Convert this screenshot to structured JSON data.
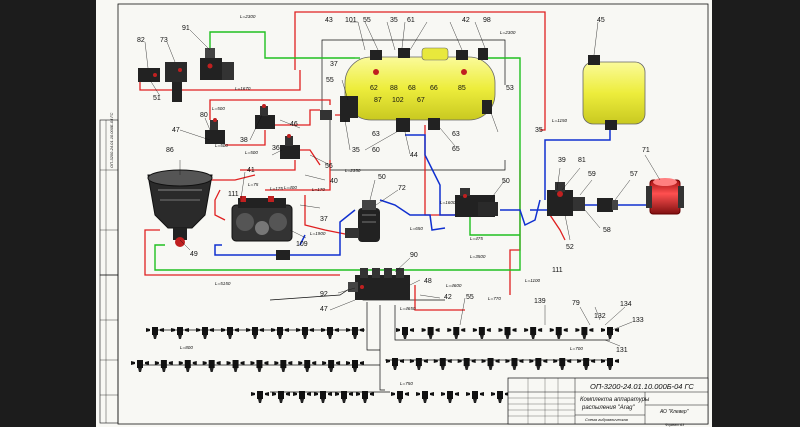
{
  "drawing": {
    "labels": [
      {
        "id": "l101",
        "text": "101"
      },
      {
        "id": "l43",
        "text": "43"
      },
      {
        "id": "l55a",
        "text": "55"
      },
      {
        "id": "l35a",
        "text": "35"
      },
      {
        "id": "l61",
        "text": "61"
      },
      {
        "id": "l42a",
        "text": "42"
      },
      {
        "id": "l98",
        "text": "98"
      },
      {
        "id": "l45",
        "text": "45"
      },
      {
        "id": "l91",
        "text": "91"
      },
      {
        "id": "l82",
        "text": "82"
      },
      {
        "id": "l73",
        "text": "73"
      },
      {
        "id": "l51",
        "text": "51"
      },
      {
        "id": "l37a",
        "text": "37"
      },
      {
        "id": "l55b",
        "text": "55"
      },
      {
        "id": "l62",
        "text": "62"
      },
      {
        "id": "l88",
        "text": "88"
      },
      {
        "id": "l68",
        "text": "68"
      },
      {
        "id": "l66",
        "text": "66"
      },
      {
        "id": "l87",
        "text": "87"
      },
      {
        "id": "l102",
        "text": "102"
      },
      {
        "id": "l67",
        "text": "67"
      },
      {
        "id": "l85",
        "text": "85"
      },
      {
        "id": "l53",
        "text": "53"
      },
      {
        "id": "l80",
        "text": "80"
      },
      {
        "id": "l47a",
        "text": "47"
      },
      {
        "id": "l46",
        "text": "46"
      },
      {
        "id": "l38",
        "text": "38"
      },
      {
        "id": "l36",
        "text": "36"
      },
      {
        "id": "l63a",
        "text": "63"
      },
      {
        "id": "l63b",
        "text": "63"
      },
      {
        "id": "l35b",
        "text": "35"
      },
      {
        "id": "l60",
        "text": "60"
      },
      {
        "id": "l44",
        "text": "44"
      },
      {
        "id": "l65",
        "text": "65"
      },
      {
        "id": "l35c",
        "text": "35"
      },
      {
        "id": "l56",
        "text": "56"
      },
      {
        "id": "l86",
        "text": "86"
      },
      {
        "id": "l41",
        "text": "41"
      },
      {
        "id": "l40",
        "text": "40"
      },
      {
        "id": "l111a",
        "text": "111"
      },
      {
        "id": "l37b",
        "text": "37"
      },
      {
        "id": "l39",
        "text": "39"
      },
      {
        "id": "l81",
        "text": "81"
      },
      {
        "id": "l71",
        "text": "71"
      },
      {
        "id": "l59",
        "text": "59"
      },
      {
        "id": "l57",
        "text": "57"
      },
      {
        "id": "l50a",
        "text": "50"
      },
      {
        "id": "l72",
        "text": "72"
      },
      {
        "id": "l50b",
        "text": "50"
      },
      {
        "id": "l109",
        "text": "109"
      },
      {
        "id": "l49",
        "text": "49"
      },
      {
        "id": "l58",
        "text": "58"
      },
      {
        "id": "l52",
        "text": "52"
      },
      {
        "id": "l111b",
        "text": "111"
      },
      {
        "id": "l90",
        "text": "90"
      },
      {
        "id": "l48",
        "text": "48"
      },
      {
        "id": "l92",
        "text": "92"
      },
      {
        "id": "l47b",
        "text": "47"
      },
      {
        "id": "l42b",
        "text": "42"
      },
      {
        "id": "l55c",
        "text": "55"
      },
      {
        "id": "l139",
        "text": "139"
      },
      {
        "id": "l79",
        "text": "79"
      },
      {
        "id": "l134",
        "text": "134"
      },
      {
        "id": "l132",
        "text": "132"
      },
      {
        "id": "l133",
        "text": "133"
      },
      {
        "id": "l131",
        "text": "131"
      }
    ],
    "lengths": [
      {
        "id": "L2300a",
        "text": "L=2300"
      },
      {
        "id": "L2300b",
        "text": "L=2300"
      },
      {
        "id": "L1670",
        "text": "L=1670"
      },
      {
        "id": "L500a",
        "text": "L=500"
      },
      {
        "id": "L500b",
        "text": "L=500"
      },
      {
        "id": "L500c",
        "text": "L=500"
      },
      {
        "id": "L1150",
        "text": "L=1150"
      },
      {
        "id": "L2350",
        "text": "L=2350"
      },
      {
        "id": "L75",
        "text": "L=75"
      },
      {
        "id": "L400",
        "text": "L=400"
      },
      {
        "id": "L170",
        "text": "L=170"
      },
      {
        "id": "L1600",
        "text": "L=1600"
      },
      {
        "id": "L1900",
        "text": "L=1900"
      },
      {
        "id": "L475",
        "text": "L=475"
      },
      {
        "id": "L650",
        "text": "L=650"
      },
      {
        "id": "L3500",
        "text": "L=3500"
      },
      {
        "id": "L5150",
        "text": "L=5150"
      },
      {
        "id": "L1100",
        "text": "L=1100"
      },
      {
        "id": "L4600",
        "text": "L=4600"
      },
      {
        "id": "L4650",
        "text": "L=4650"
      },
      {
        "id": "L770",
        "text": "L=770"
      },
      {
        "id": "L800",
        "text": "L=800"
      },
      {
        "id": "L700",
        "text": "L=700"
      },
      {
        "id": "L750",
        "text": "L=750"
      },
      {
        "id": "L175",
        "text": "L=175"
      }
    ]
  },
  "title_block": {
    "doc_number": "ОП-3200-24.01.10.000Б-04 ГС",
    "title_line1": "Комплекта аппаратуры",
    "title_line2": "распыления \"Arag\"",
    "subtitle": "Схема гидравлическая",
    "company": "АО \"Клевер\"",
    "format": "Формат А3"
  },
  "side_stamp": {
    "text1": "ОП-3200-24.01.10.000Б-04 ГС"
  },
  "colors": {
    "pressure_line": "#e02020",
    "return_line": "#20c020",
    "suction_line": "#1030d0",
    "wire": "#111111",
    "tank": "#f0f040",
    "background": "#f8f8f4",
    "frame": "#1c1c1c"
  }
}
